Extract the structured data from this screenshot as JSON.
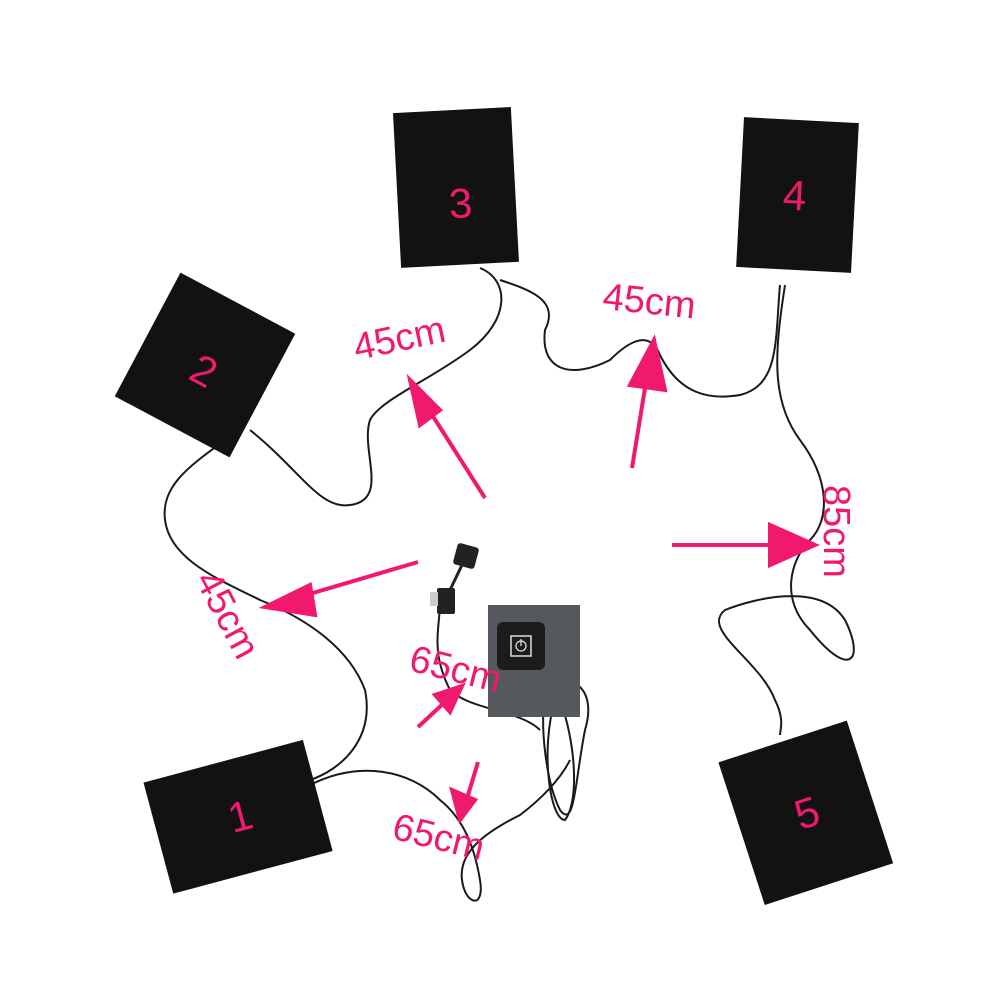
{
  "colors": {
    "accent": "#f0196e",
    "pad": "#121212",
    "cable": "#1a1a1a",
    "controller_bg": "#55585c",
    "button": "#1c1c1c"
  },
  "pads": [
    {
      "label": "1"
    },
    {
      "label": "2"
    },
    {
      "label": "3"
    },
    {
      "label": "4"
    },
    {
      "label": "5"
    }
  ],
  "cable_lengths": {
    "pad2_to_pad3": "45cm",
    "pad3_to_pad4": "45cm",
    "pad2_to_pad1": "45cm",
    "pad4_to_pad5": "85cm",
    "usb_cable": "65cm",
    "pad1_cable": "65cm"
  },
  "controller": {
    "icon": "power-icon"
  }
}
